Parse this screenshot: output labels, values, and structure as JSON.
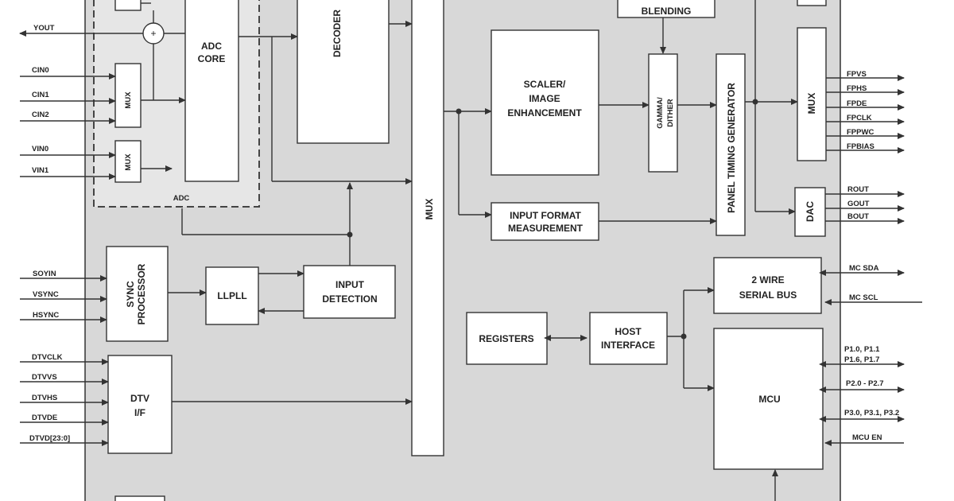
{
  "colors": {
    "chip": "#d8d8d8",
    "block": "#ffffff",
    "line": "#333333"
  },
  "adc_section": {
    "label": "ADC",
    "adc_core": [
      "ADC",
      "CORE"
    ],
    "mux_small": "MUX",
    "mux_small_2": "MUX",
    "inputs": [
      "CIN0",
      "CIN1",
      "CIN2",
      "VIN0",
      "VIN1"
    ],
    "yout": "YOUT",
    "summing_symbol": "+"
  },
  "decoder": "DECODER",
  "main_mux": "MUX",
  "scaler": [
    "SCALER/",
    "IMAGE",
    "ENHANCEMENT"
  ],
  "blending": [
    "BLENDING"
  ],
  "gamma": [
    "GAMMA/",
    "DITHER"
  ],
  "panel_timing": "PANEL TIMING GENERATOR",
  "input_format": [
    "INPUT FORMAT",
    "MEASUREMENT"
  ],
  "output_mux": "MUX",
  "fp_outputs": [
    "FPVS",
    "FPHS",
    "FPDE",
    "FPCLK",
    "FPPWC",
    "FPBIAS"
  ],
  "dac": "DAC",
  "dac_outputs": [
    "ROUT",
    "GOUT",
    "BOUT"
  ],
  "sync_processor": [
    "SYNC",
    "PROCESSOR"
  ],
  "sync_inputs": [
    "SOYIN",
    "VSYNC",
    "HSYNC"
  ],
  "llpll": "LLPLL",
  "input_detection": [
    "INPUT",
    "DETECTION"
  ],
  "dtv_if": [
    "DTV",
    "I/F"
  ],
  "dtv_inputs": [
    "DTVCLK",
    "DTVVS",
    "DTVHS",
    "DTVDE",
    "DTVD[23:0]"
  ],
  "registers": "REGISTERS",
  "host_interface": [
    "HOST",
    "INTERFACE"
  ],
  "serial_bus": [
    "2 WIRE",
    "SERIAL BUS"
  ],
  "serial_pins": [
    "MC SDA",
    "MC SCL"
  ],
  "mcu": "MCU",
  "mcu_pins": [
    "P1.0, P1.1",
    "P1.6, P1.7",
    "P2.0 - P2.7",
    "P3.0, P3.1, P3.2",
    "MCU EN"
  ]
}
